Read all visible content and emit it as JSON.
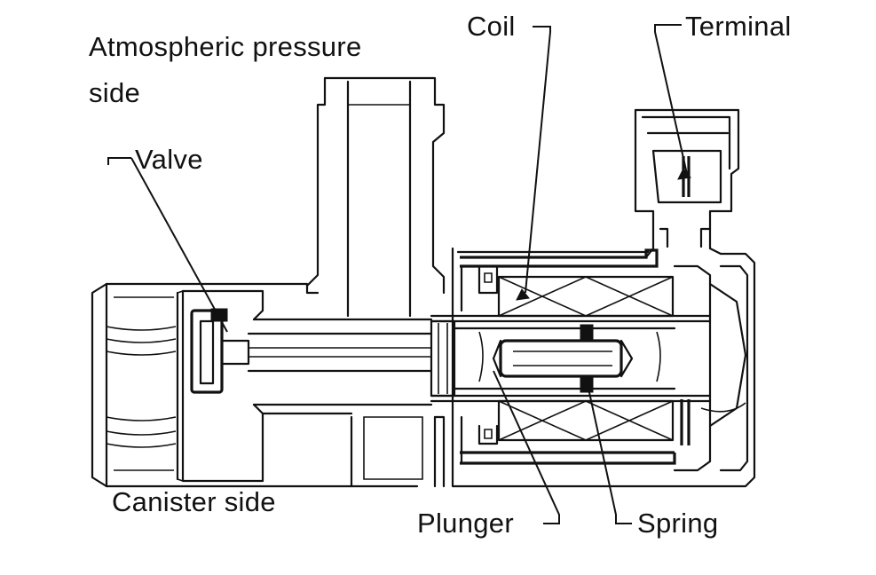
{
  "labels": {
    "atmospheric_line1": "Atmospheric pressure",
    "atmospheric_line2": "side",
    "coil": "Coil",
    "terminal": "Terminal",
    "valve": "Valve",
    "canister_side": "Canister side",
    "plunger": "Plunger",
    "spring": "Spring"
  }
}
